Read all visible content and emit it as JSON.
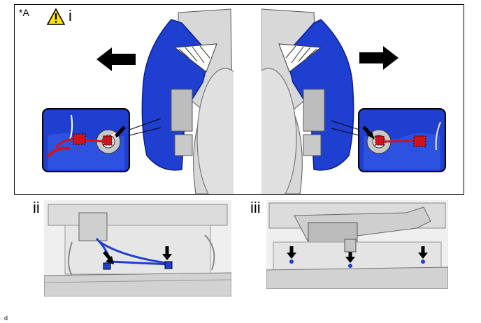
{
  "figure": {
    "panel_label": "*A",
    "step_i_label": "i",
    "step_ii_label": "ii",
    "step_iii_label": "iii",
    "footer_code": "d",
    "warning_icon": "caution-triangle-icon"
  },
  "colors": {
    "body_blue": "#1f3fd0",
    "body_blue_dark": "#0a1e8c",
    "part_gray": "#d8d8d8",
    "part_gray_dark": "#a9a9a9",
    "wire_red": "#d0121b",
    "warning_yellow": "#ffe400",
    "arrow_black": "#000000"
  }
}
